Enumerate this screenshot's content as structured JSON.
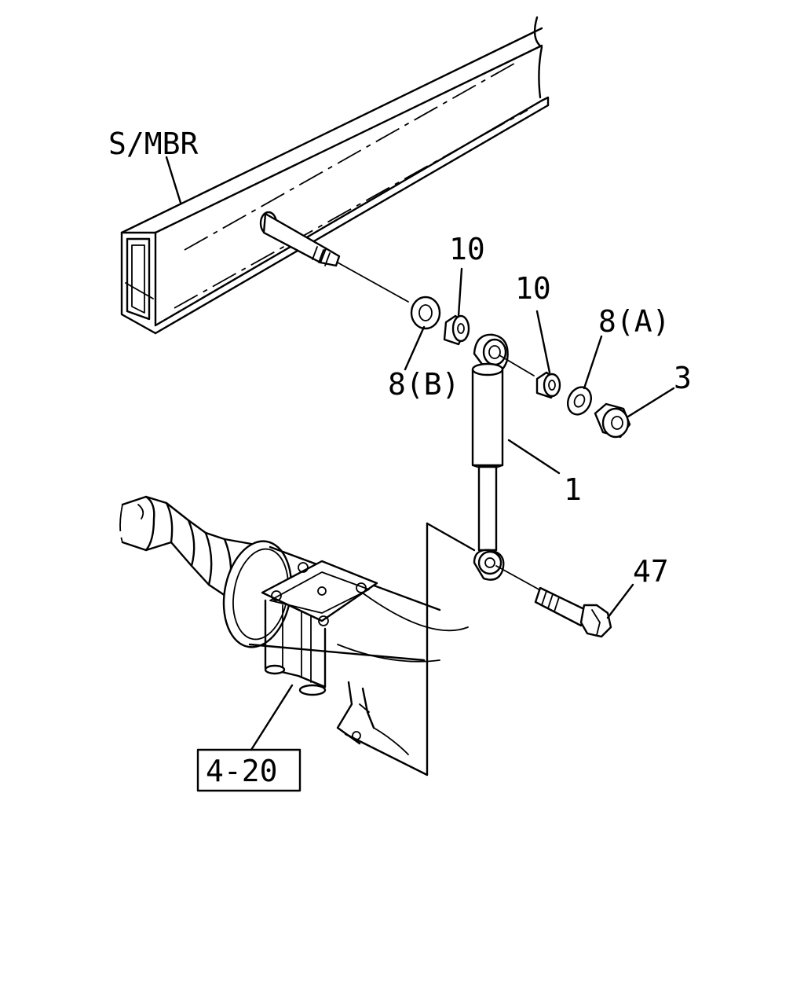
{
  "labels": {
    "side_member": "S/MBR",
    "part_1": "1",
    "part_3": "3",
    "part_8a": "8(A)",
    "part_8b": "8(B)",
    "part_10_upper": "10",
    "part_10_lower": "10",
    "part_47": "47",
    "ref_4_20": "4-20"
  }
}
